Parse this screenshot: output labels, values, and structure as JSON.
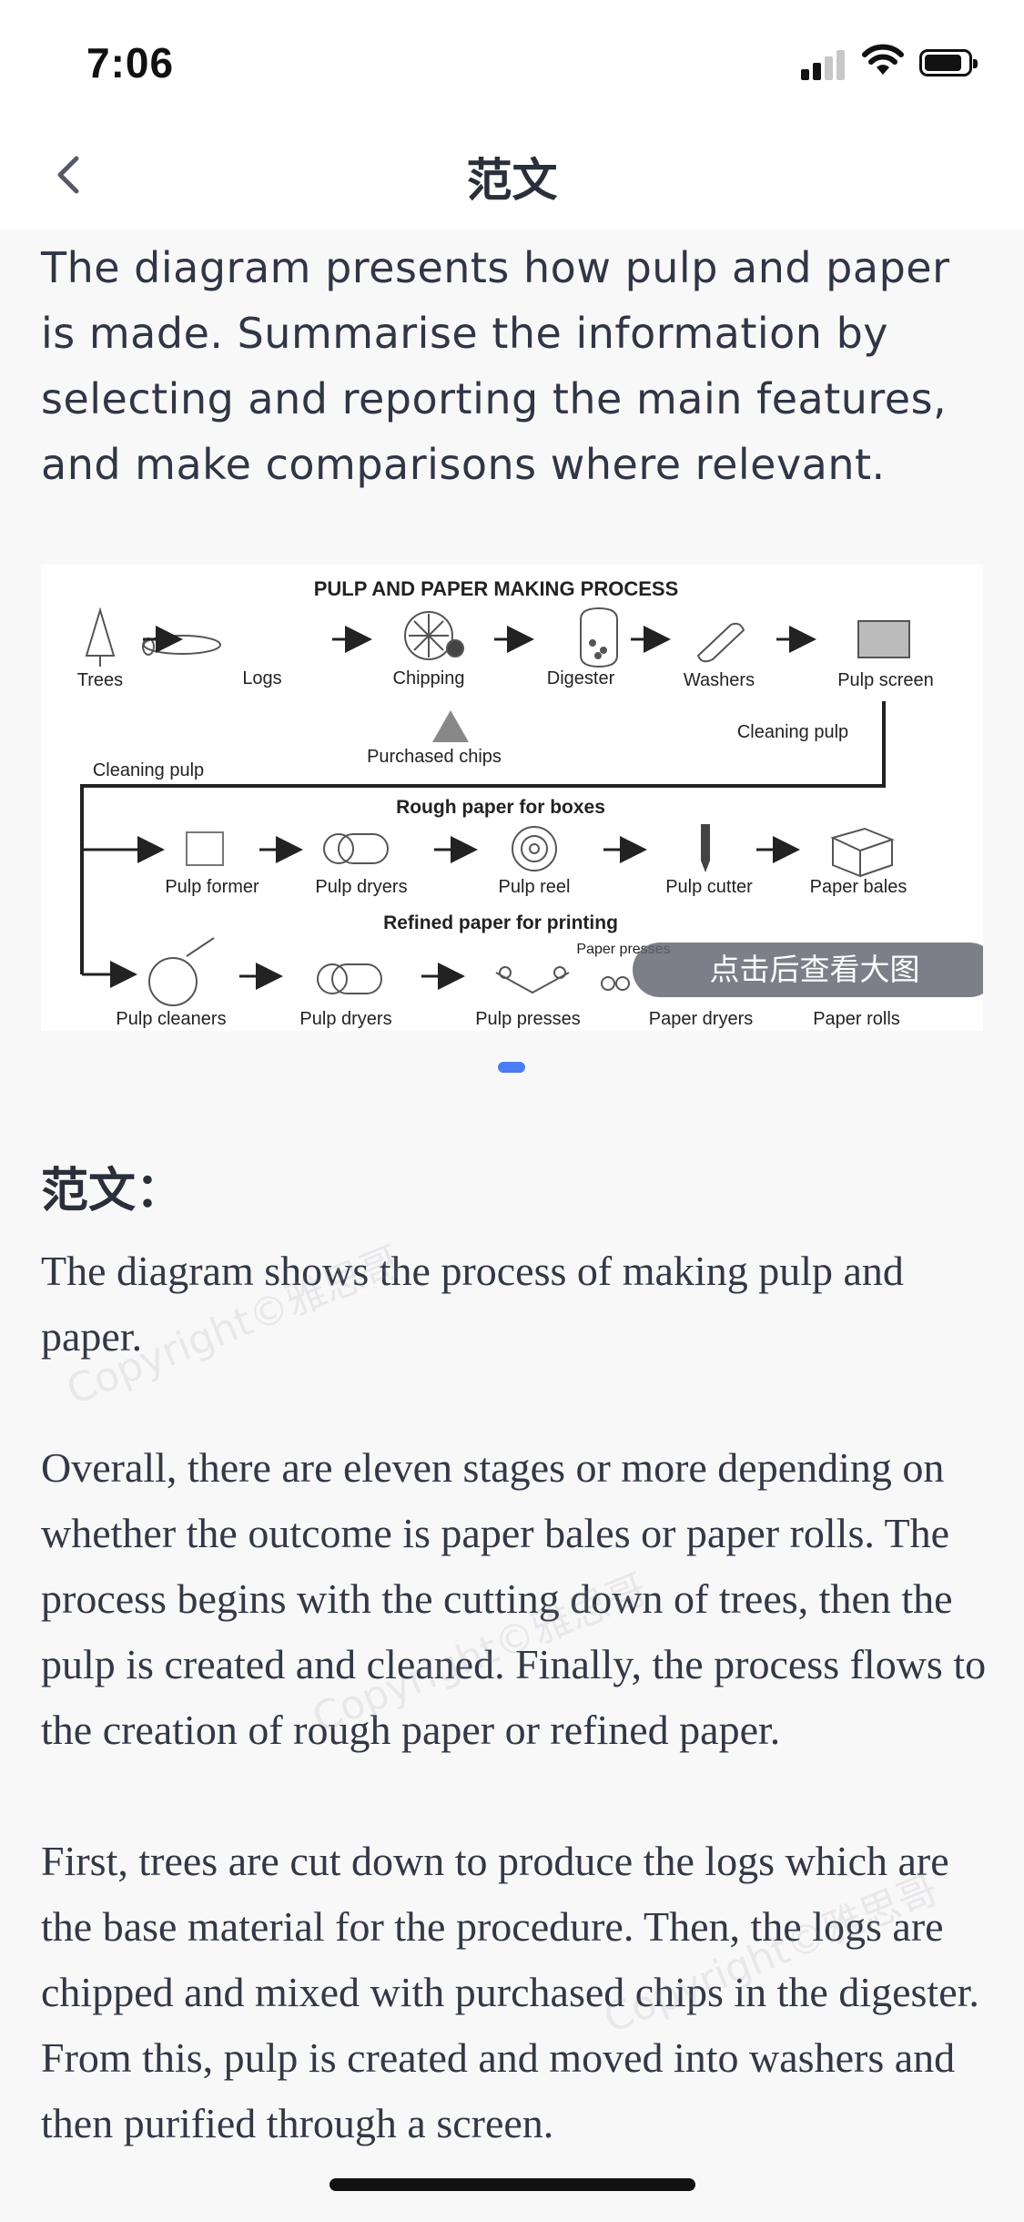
{
  "status_bar": {
    "time": "7:06"
  },
  "nav": {
    "title": "范文"
  },
  "prompt": "The diagram presents how pulp and paper is made. Summarise the information by selecting and reporting the main features, and make comparisons where relevant.",
  "diagram": {
    "title": "PULP AND PAPER MAKING PROCESS",
    "top_row": [
      "Trees",
      "Logs",
      "Chipping",
      "Digester",
      "Washers",
      "Pulp screen"
    ],
    "purchased_chips": "Purchased chips",
    "cleaning_pulp_right": "Cleaning pulp",
    "cleaning_pulp_left": "Cleaning pulp",
    "rough_heading": "Rough paper for boxes",
    "rough_row": [
      "Pulp former",
      "Pulp dryers",
      "Pulp reel",
      "Pulp cutter",
      "Paper bales"
    ],
    "refined_heading": "Refined paper for printing",
    "refined_row": [
      "Pulp cleaners",
      "Pulp dryers",
      "Pulp presses",
      "Paper dryers",
      "Paper rolls"
    ],
    "paper_presses_label": "Paper presses",
    "view_large_label": "点击后查看大图"
  },
  "section_heading": "范文：",
  "essay": {
    "paragraphs": [
      "The diagram shows the process of making pulp and paper.",
      "Overall, there are eleven stages or more depending on whether the outcome is paper bales or paper rolls. The process begins with the cutting down of trees, then the pulp is created and cleaned. Finally, the process flows to the creation of rough paper or refined paper.",
      "First, trees are cut down to produce the logs which are the base material for the procedure. Then, the logs are chipped and mixed with purchased chips in the digester. From this, pulp is created and moved into washers and then purified through a screen."
    ]
  },
  "watermark": "Copyright©雅思哥"
}
